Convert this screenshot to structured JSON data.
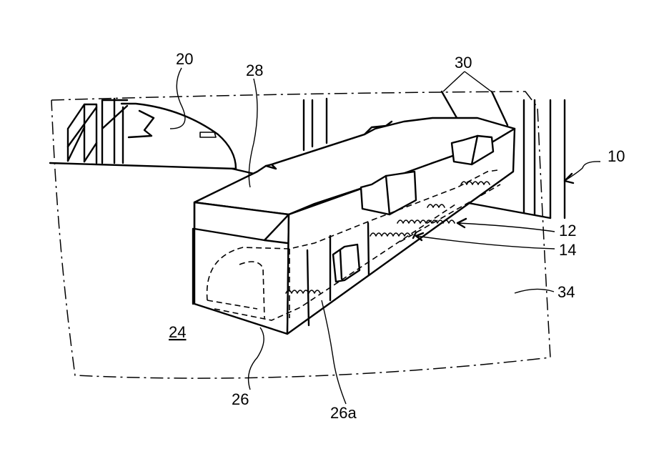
{
  "figure": {
    "labels": {
      "l10": "10",
      "l12": "12",
      "l14": "14",
      "l20": "20",
      "l24": "24",
      "l26": "26",
      "l26a": "26a",
      "l28": "28",
      "l30": "30",
      "l34": "34"
    },
    "ink_color": "#000000",
    "background_color": "#ffffff"
  }
}
